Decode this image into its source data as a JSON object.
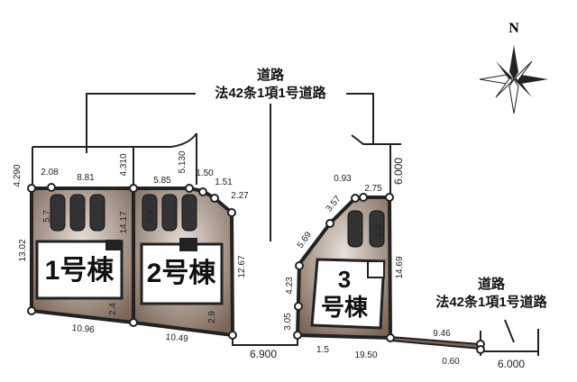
{
  "compass": {
    "north_label": "N"
  },
  "road_top": {
    "line1": "道路",
    "line2": "法42条1項1号道路"
  },
  "road_right": {
    "line1": "道路",
    "line2": "法42条1項1号道路"
  },
  "buildings": [
    {
      "label": "1号棟"
    },
    {
      "label": "2号棟"
    },
    {
      "label_line1": "3",
      "label_line2": "号棟"
    }
  ],
  "dimensions": {
    "d4290": "4.290",
    "d208": "2.08",
    "d881": "8.81",
    "d4310": "4.310",
    "d585": "5.85",
    "d5130": "5.130",
    "d150": "1.50",
    "d151": "1.51",
    "d227": "2.27",
    "d57": "5.7",
    "d1417": "14.17",
    "d59": "5.9",
    "d1302": "13.02",
    "d1267": "12.67",
    "d24": "2.4",
    "d29": "2.9",
    "d1096": "10.96",
    "d1049": "10.49",
    "d6900": "6.900",
    "d6000a": "6.000",
    "d093": "0.93",
    "d275": "2.75",
    "d357": "3.57",
    "d569": "5.69",
    "d69": "6.9",
    "d1469": "14.69",
    "d423": "4.23",
    "d305": "3.05",
    "d15": "1.5",
    "d1950": "19.50",
    "d946": "9.46",
    "d060": "0.60",
    "d6000b": "6.000"
  }
}
